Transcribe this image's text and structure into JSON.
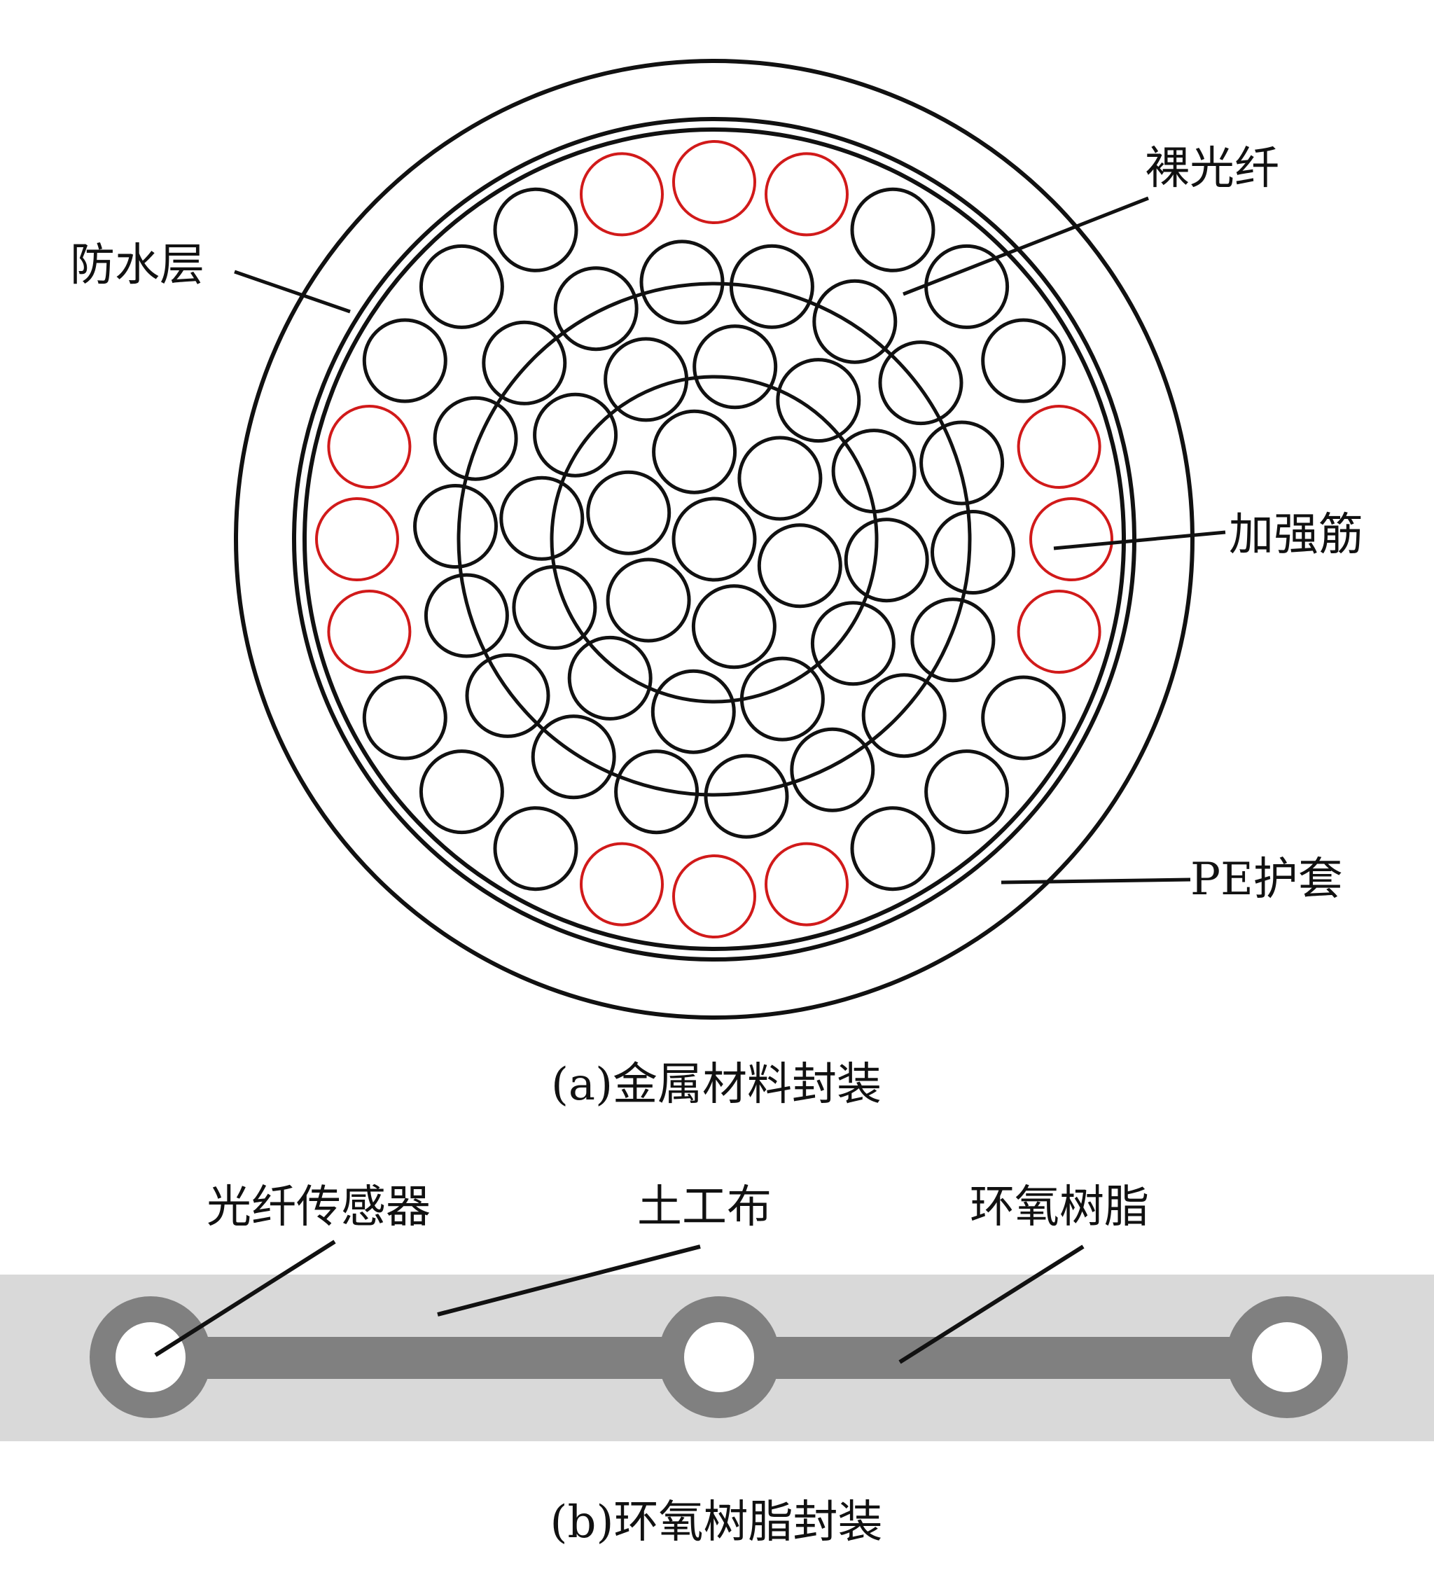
{
  "figure_a": {
    "caption": "(a)金属材料封装",
    "labels": {
      "waterproof_layer": "防水层",
      "bare_fiber": "裸光纤",
      "reinforcement": "加强筋",
      "pe_sheath": "PE护套"
    }
  },
  "figure_b": {
    "caption": "(b)环氧树脂封装",
    "labels": {
      "fiber_sensor": "光纤传感器",
      "geotextile": "土工布",
      "epoxy_resin": "环氧树脂"
    }
  },
  "colors": {
    "outline": "#111111",
    "reinforcement": "#d11a1a",
    "geotextile": "#d9d9d9",
    "epoxy": "#808080"
  }
}
